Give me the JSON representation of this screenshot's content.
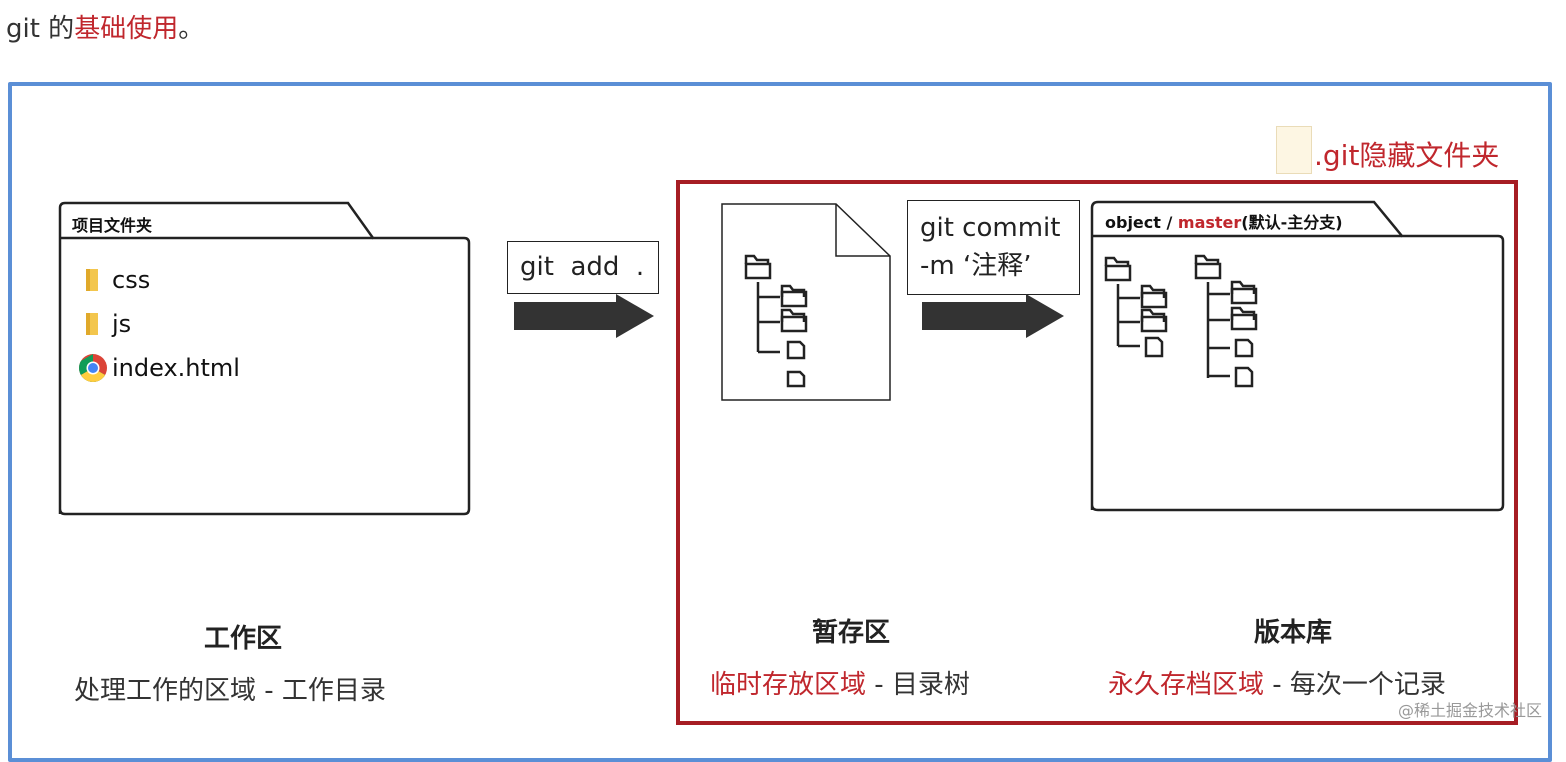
{
  "heading": {
    "prefix": "git 的",
    "highlight": "基础使用",
    "suffix": "。"
  },
  "git_folder_label": ".git隐藏文件夹",
  "project_folder": {
    "tab_label": "项目文件夹",
    "files": [
      {
        "name": "css",
        "icon": "folder-icon"
      },
      {
        "name": "js",
        "icon": "folder-icon"
      },
      {
        "name": "index.html",
        "icon": "chrome-icon"
      }
    ]
  },
  "commands": {
    "add": "git  add  .",
    "commit_line1": "git commit",
    "commit_line2": "-m ‘注释’"
  },
  "repo_folder": {
    "tab_object": "object / ",
    "tab_branch": "master",
    "tab_note": "(默认-主分支)"
  },
  "areas": {
    "work": {
      "title": "工作区",
      "desc": "处理工作的区域 - 工作目录"
    },
    "stage": {
      "title": "暂存区",
      "desc_highlight": "临时存放区域",
      "desc_rest": " - 目录树"
    },
    "repo": {
      "title": "版本库",
      "desc_highlight": "永久存档区域",
      "desc_rest": " - 每次一个记录"
    }
  },
  "watermark": "@稀土掘金技术社区",
  "colors": {
    "accent_red": "#c0272d",
    "frame_blue": "#5b8fd6",
    "box_red": "#a61d24",
    "folder_yellow": "#f3c64d"
  }
}
